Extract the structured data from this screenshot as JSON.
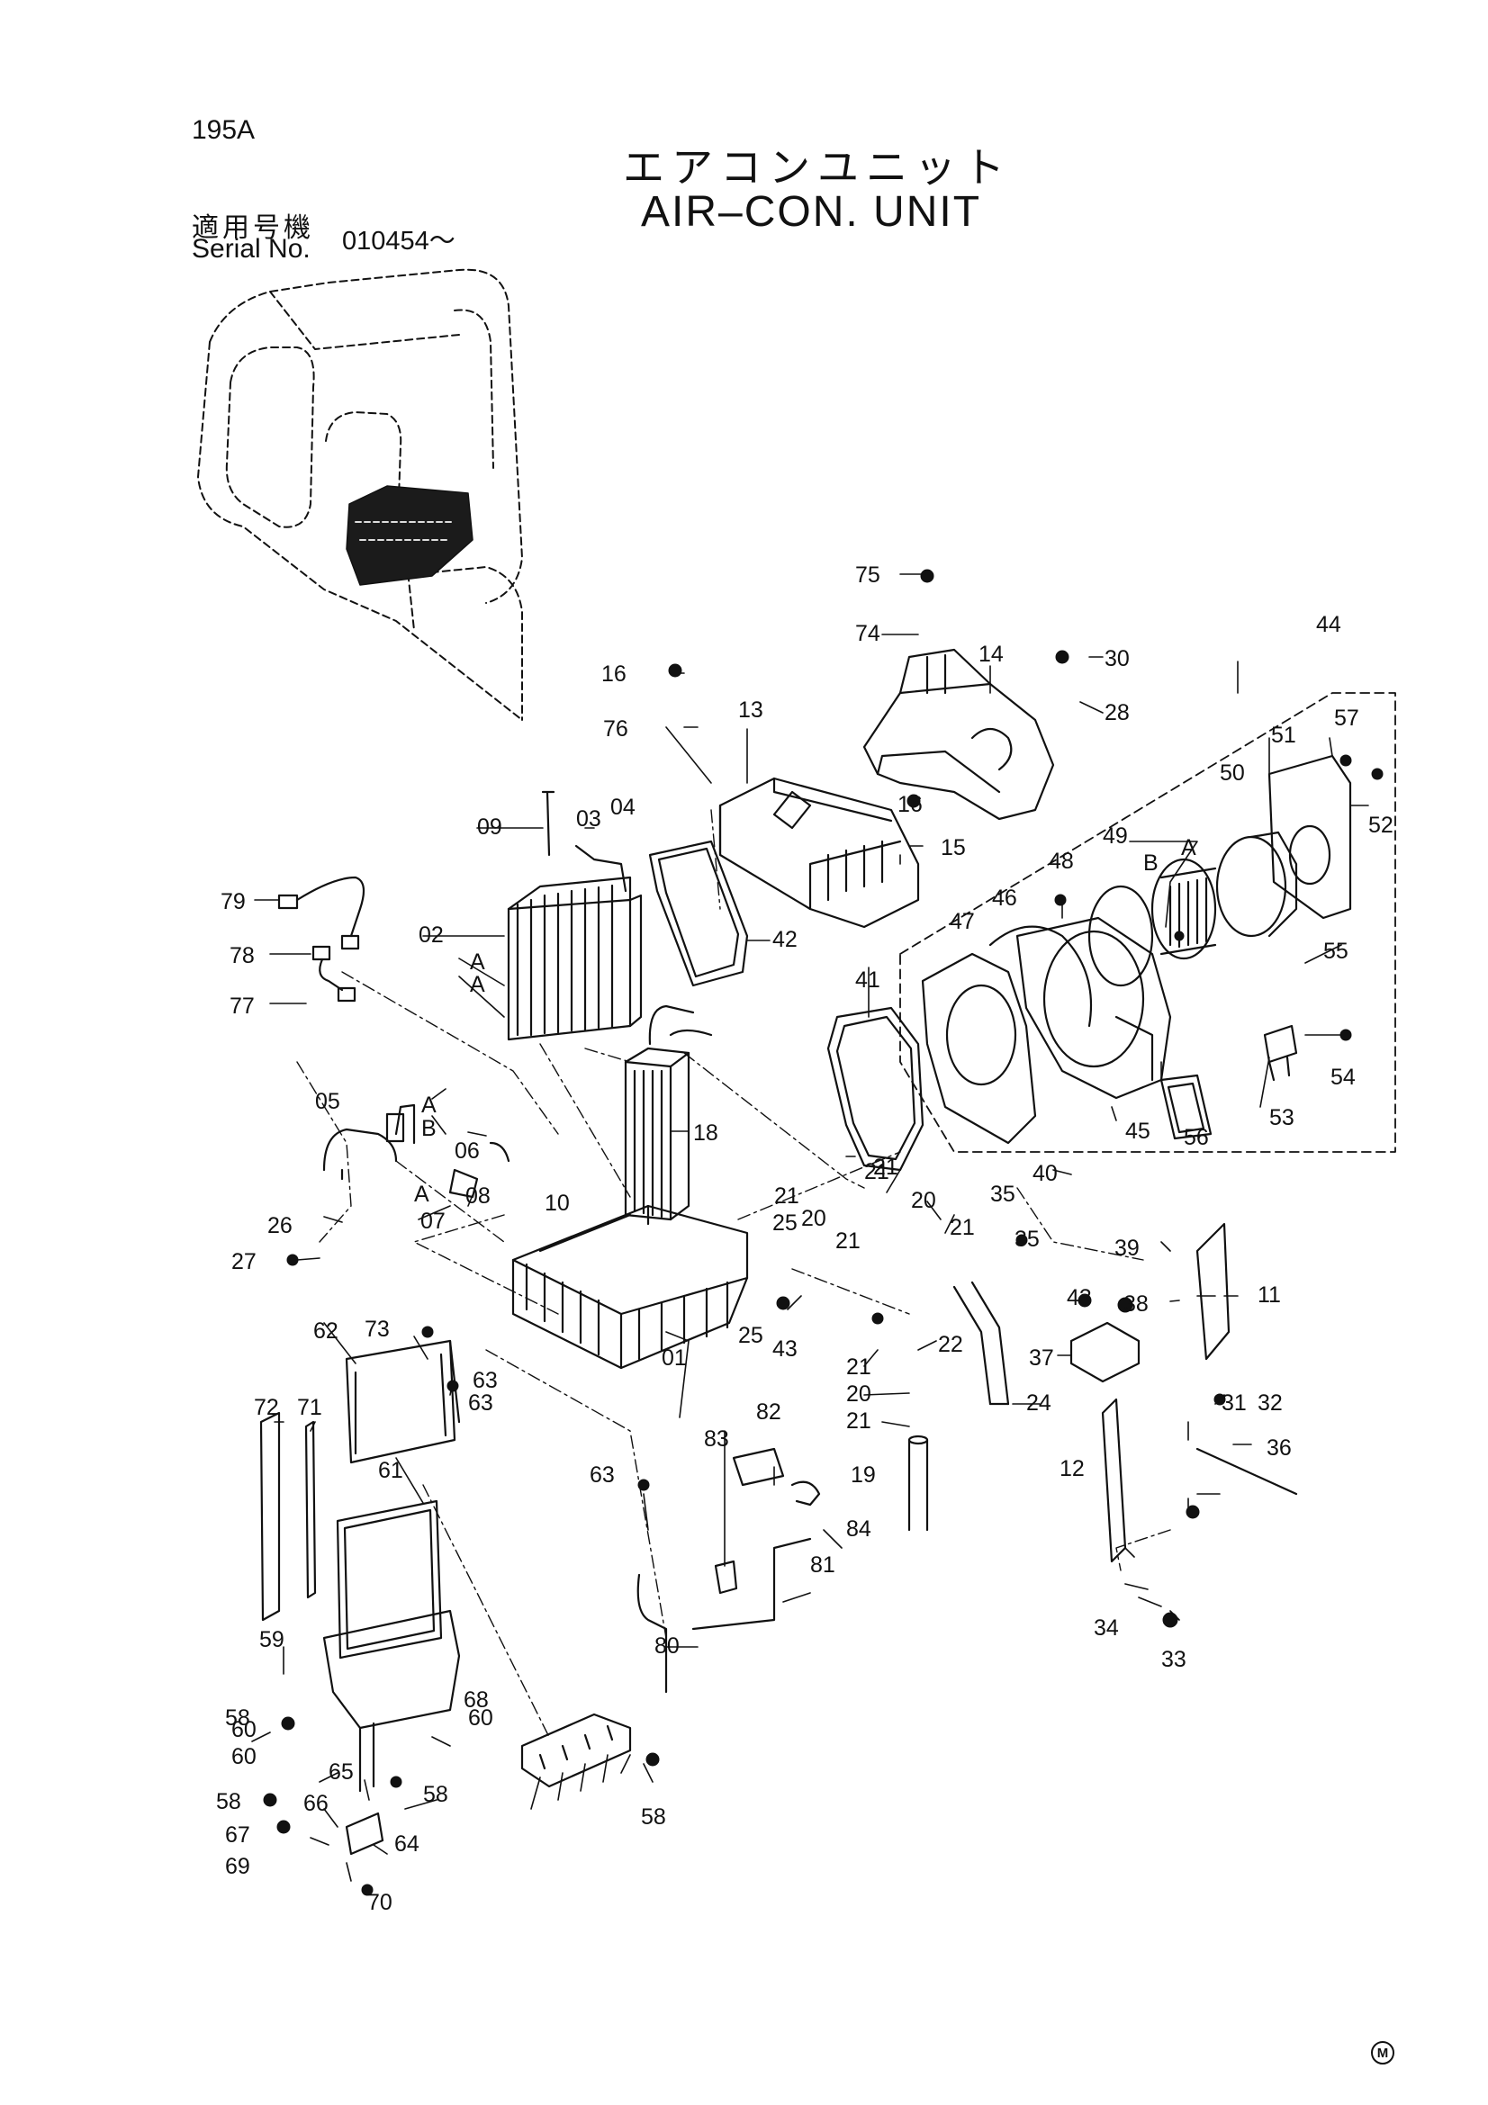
{
  "page_code": "195A",
  "title_jp": "エアコンユニット",
  "title_en": "AIR–CON. UNIT",
  "serial_label_jp": "適用号機",
  "serial_label_en": "Serial No.",
  "serial_value": "010454～",
  "manufacturer_mark": "M",
  "callouts": [
    "75",
    "74",
    "14",
    "30",
    "28",
    "44",
    "16",
    "76",
    "13",
    "57",
    "51",
    "50",
    "52",
    "09",
    "03",
    "04",
    "15",
    "48",
    "49",
    "79",
    "02",
    "42",
    "78",
    "47",
    "46",
    "77",
    "41",
    "55",
    "05",
    "18",
    "54",
    "53",
    "45",
    "56",
    "06",
    "08",
    "07",
    "10",
    "26",
    "27",
    "21",
    "20",
    "35",
    "40",
    "39",
    "25",
    "43",
    "22",
    "24",
    "11",
    "38",
    "37",
    "31",
    "32",
    "36",
    "62",
    "73",
    "63",
    "72",
    "71",
    "61",
    "01",
    "83",
    "82",
    "84",
    "81",
    "80",
    "19",
    "12",
    "34",
    "33",
    "59",
    "60",
    "58",
    "68",
    "65",
    "66",
    "67",
    "64",
    "69",
    "70"
  ],
  "assembly_letters": [
    "A",
    "B"
  ],
  "icons": [
    "cab-illustration",
    "manufacturer-mark"
  ]
}
